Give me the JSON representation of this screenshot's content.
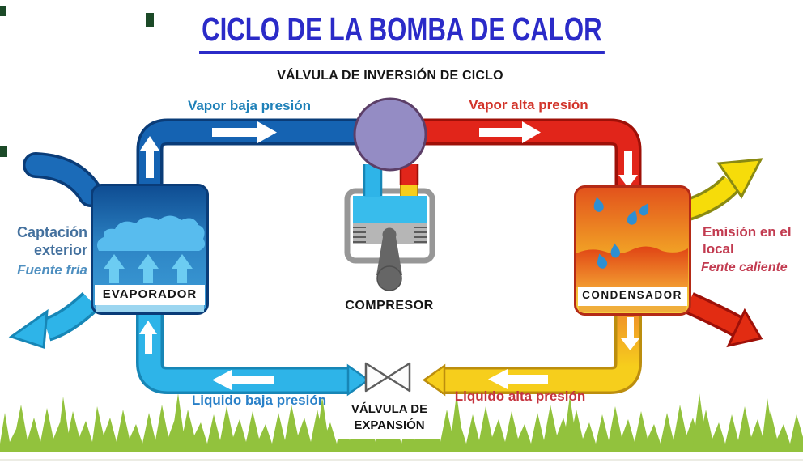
{
  "title": "CICLO DE LA BOMBA DE CALOR",
  "labels": {
    "valve_inversion": "VÁLVULA DE INVERSIÓN DE CICLO",
    "vapor_low": "Vapor baja presión",
    "vapor_high": "Vapor alta presión",
    "liquid_low": "Liquido baja presión",
    "liquid_high": "Liquido alta presión",
    "expansion_l1": "VÁLVULA DE",
    "expansion_l2": "EXPANSIÓN",
    "compressor": "COMPRESOR",
    "evaporator": "EVAPORADOR",
    "condenser": "CONDENSADOR",
    "capture_l1": "Captación",
    "capture_l2": "exterior",
    "cold_source": "Fuente fría",
    "emission_l1": "Emisión en el",
    "emission_l2": "local",
    "hot_source": "Fente caliente"
  },
  "icons": {
    "reversing_valve": "purple-circle-valve-icon",
    "compressor": "piston-compressor-icon",
    "expansion_valve": "bowtie-valve-icon",
    "flow_arrows": "white-flow-arrow-icons"
  },
  "colors": {
    "title_blue": "#2B2BC8",
    "pipe_blue": "#1563B2",
    "pipe_blue_dark": "#0A3C78",
    "pipe_red": "#E1251A",
    "pipe_red_dark": "#9E1008",
    "pipe_cyan": "#2EB4E8",
    "pipe_cyan_dark": "#1786B6",
    "pipe_yellow": "#F6CE1C",
    "pipe_yellow_dark": "#BC8E0E",
    "valve_purple": "#948CC4",
    "valve_purple_dark": "#5C3F68",
    "grass_green": "#92C23D",
    "steel_gray": "#979797",
    "dark_gray": "#666666",
    "text_vapor_low": "#1E80B8",
    "text_vapor_high": "#D2342A",
    "text_liquid_low": "#2980C8",
    "text_liquid_high": "#C5333E",
    "text_capture": "#44719E",
    "text_cold": "#4E8FC0",
    "text_emission": "#C23B50",
    "label_black": "#151515",
    "droplet_blue": "#2E8FD2"
  }
}
